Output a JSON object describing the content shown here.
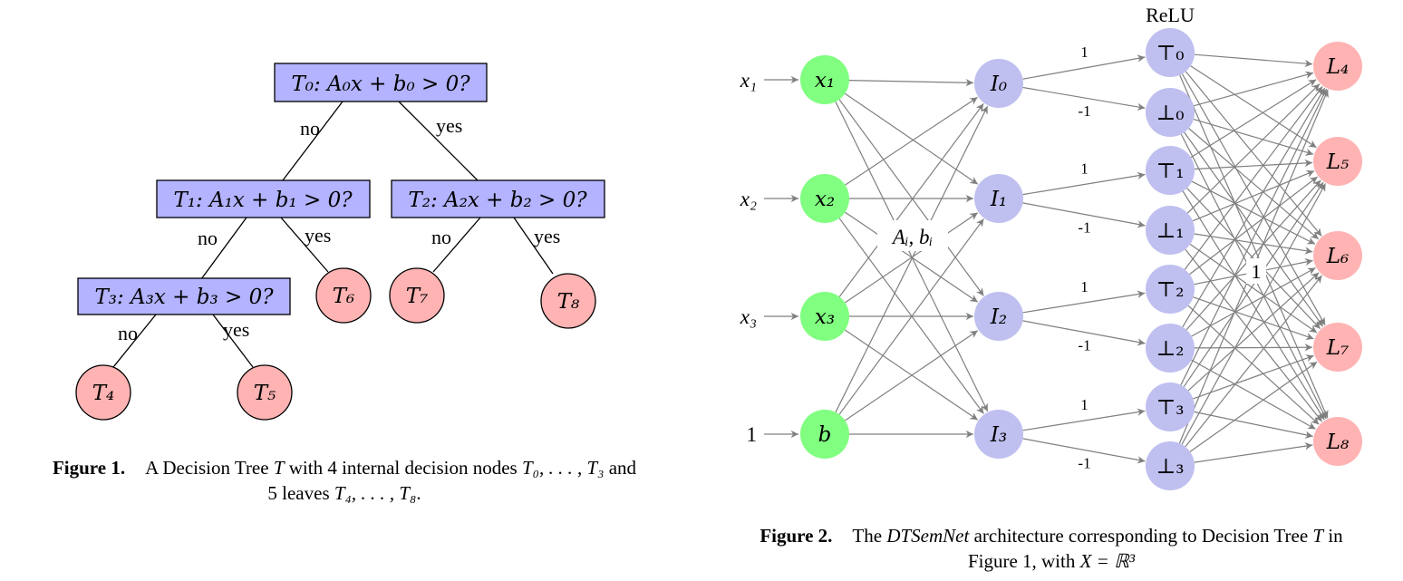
{
  "figure1": {
    "nodes": [
      {
        "id": "T0",
        "label": "T₀: A₀x + b₀ > 0?"
      },
      {
        "id": "T1",
        "label": "T₁: A₁x + b₁ > 0?"
      },
      {
        "id": "T2",
        "label": "T₂: A₂x + b₂ > 0?"
      },
      {
        "id": "T3",
        "label": "T₃: A₃x + b₃ > 0?"
      }
    ],
    "leaves": [
      "T₄",
      "T₅",
      "T₆",
      "T₇",
      "T₈"
    ],
    "edge_no": "no",
    "edge_yes": "yes",
    "caption_number": "Figure 1.",
    "caption_text_1": "A Decision Tree ",
    "caption_T": "T",
    "caption_text_2": " with 4 internal decision nodes ",
    "caption_range_1": "T₀, . . . , T₃",
    "caption_text_3": " and",
    "caption_text_4": "5 leaves ",
    "caption_range_2": "T₄, . . . , T₈",
    "caption_text_5": "."
  },
  "figure2": {
    "inputs": [
      "x₁",
      "x₂",
      "x₃",
      "1"
    ],
    "input_nodes": [
      "x₁",
      "x₂",
      "x₃",
      "b"
    ],
    "internal_nodes": [
      "I₀",
      "I₁",
      "I₂",
      "I₃"
    ],
    "relu_title": "ReLU",
    "relu_nodes": [
      "⊤₀",
      "⊥₀",
      "⊤₁",
      "⊥₁",
      "⊤₂",
      "⊥₂",
      "⊤₃",
      "⊥₃"
    ],
    "leaf_nodes": [
      "L₄",
      "L₅",
      "L₆",
      "L₇",
      "L₈"
    ],
    "weight_label": "Aᵢ, bᵢ",
    "pos_weight": "1",
    "neg_weight": "-1",
    "leaf_weight": "1",
    "caption_number": "Figure 2.",
    "caption_text_1": "The ",
    "caption_name": "DTSemNet",
    "caption_text_2": " architecture corresponding to Decision Tree ",
    "caption_T": "T",
    "caption_text_3": " in",
    "caption_text_4": "Figure 1, with ",
    "caption_eq": "X = ℝ³"
  },
  "colors": {
    "decision_box": "#b3b3ff",
    "leaf_red": "#ffb3b3",
    "input_green": "#80ff80",
    "node_lavender": "#bfbff0",
    "edge_gray": "#7f7f7f"
  }
}
